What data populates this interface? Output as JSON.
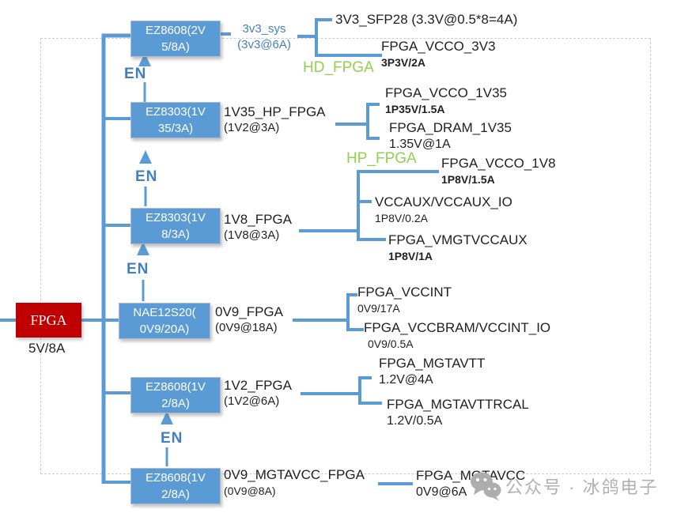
{
  "colors": {
    "accent_blue": "#5b9bd5",
    "net_blue": "#447fc0",
    "group_green": "#92d050",
    "source_red": "#c00000",
    "text_black": "#1f1f1f",
    "watermark_gray": "#b0b0b0"
  },
  "source": {
    "label": "FPGA",
    "rating": "5V/8A"
  },
  "en_label": "EN",
  "group_labels": {
    "hd": "HD_FPGA",
    "hp": "HP_FPGA"
  },
  "regulators": [
    {
      "line1": "EZ8608(2V",
      "line2": "5/8A)",
      "net": "3v3_sys",
      "net_rating": "(3v3@6A)"
    },
    {
      "line1": "EZ8303(1V",
      "line2": "35/3A)",
      "net": "1V35_HP_FPGA",
      "net_rating": "(1V2@3A)"
    },
    {
      "line1": "EZ8303(1V",
      "line2": "8/3A)",
      "net": "1V8_FPGA",
      "net_rating": "(1V8@3A)"
    },
    {
      "line1": "NAE12S20(",
      "line2": "0V9/20A)",
      "net": "0V9_FPGA",
      "net_rating": "(0V9@18A)"
    },
    {
      "line1": "EZ8608(1V",
      "line2": "2/8A)",
      "net": "1V2_FPGA",
      "net_rating": "(1V2@6A)"
    },
    {
      "line1": "EZ8608(1V",
      "line2": "2/8A)",
      "net": "0V9_MGTAVCC_FPGA",
      "net_rating": "(0V9@8A)"
    }
  ],
  "loads": [
    {
      "name": "3V3_SFP28  (3.3V@0.5*8=4A)",
      "rating": ""
    },
    {
      "name": "FPGA_VCCO_3V3",
      "rating": "3P3V/2A"
    },
    {
      "name": "FPGA_VCCO_1V35",
      "rating": "1P35V/1.5A"
    },
    {
      "name": "FPGA_DRAM_1V35",
      "rating": "1.35V@1A"
    },
    {
      "name": "FPGA_VCCO_1V8",
      "rating": "1P8V/1.5A"
    },
    {
      "name": "VCCAUX/VCCAUX_IO",
      "rating": "1P8V/0.2A"
    },
    {
      "name": "FPGA_VMGTVCCAUX",
      "rating": "1P8V/1A"
    },
    {
      "name": "FPGA_VCCINT",
      "rating": "0V9/17A"
    },
    {
      "name": "FPGA_VCCBRAM/VCCINT_IO",
      "rating": "0V9/0.5A"
    },
    {
      "name": "FPGA_MGTAVTT",
      "rating": "1.2V@4A"
    },
    {
      "name": "FPGA_MGTAVTTRCAL",
      "rating": "1.2V/0.5A"
    },
    {
      "name": "FPGA_MGTAVCC",
      "rating": "0V9@6A"
    }
  ],
  "watermark": {
    "icon": "wechat-icon",
    "text": "公众号 · 冰鸽电子"
  }
}
